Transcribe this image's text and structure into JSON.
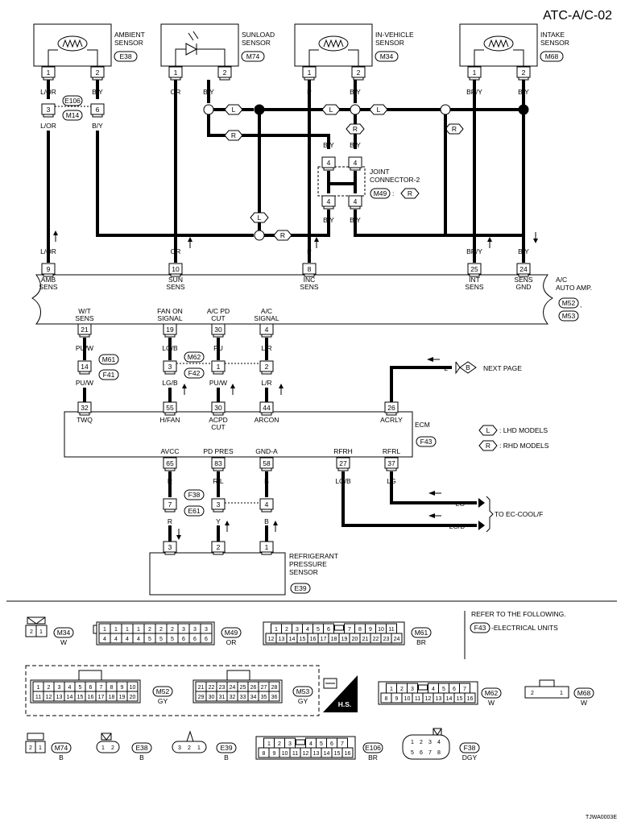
{
  "page_code": "ATC-A/C-02",
  "image_code": "TJWA0003E",
  "sensors": [
    {
      "name": "AMBIENT\nSENSOR",
      "conn": "E38",
      "pins": [
        "1",
        "2"
      ],
      "type": "thermistor"
    },
    {
      "name": "SUNLOAD\nSENSOR",
      "conn": "M74",
      "pins": [
        "1",
        "2"
      ],
      "type": "photodiode"
    },
    {
      "name": "IN-VEHICLE\nSENSOR",
      "conn": "M34",
      "pins": [
        "1",
        "2"
      ],
      "type": "thermistor"
    },
    {
      "name": "INTAKE\nSENSOR",
      "conn": "M68",
      "pins": [
        "1",
        "2"
      ],
      "type": "thermistor"
    }
  ],
  "wire_colors": {
    "lor": "L/OR",
    "by": "B/Y",
    "or": "OR",
    "p": "P",
    "bry": "BR/Y",
    "puw": "PU/W",
    "lgb": "LG/B",
    "pu": "PU",
    "lr": "L/R",
    "l": "L",
    "r": "R",
    "rl": "R/L",
    "b": "B",
    "y": "Y",
    "lg": "LG"
  },
  "mid_connector": {
    "top": "E106",
    "bottom": "M14",
    "pins": [
      "3",
      "6"
    ]
  },
  "joint_connector": {
    "label": "JOINT\nCONNECTOR-2",
    "conn": "M49",
    "suffix": ":",
    "tag": "R",
    "pin": "4"
  },
  "auto_amp": {
    "name": "A/C\nAUTO AMP.",
    "conn1": "M52",
    "conn2": "M53",
    "sep": ",",
    "top_pins": [
      {
        "pin": "9",
        "label": "AMB\nSENS"
      },
      {
        "pin": "10",
        "label": "SUN\nSENS"
      },
      {
        "pin": "8",
        "label": "INC\nSENS"
      },
      {
        "pin": "25",
        "label": "INT\nSENS"
      },
      {
        "pin": "24",
        "label": "SENS\nGND"
      }
    ],
    "bottom_pins": [
      {
        "pin": "21",
        "label": "W/T\nSENS"
      },
      {
        "pin": "19",
        "label": "FAN ON\nSIGNAL"
      },
      {
        "pin": "30",
        "label": "A/C PD\nCUT"
      },
      {
        "pin": "4",
        "label": "A/C\nSIGNAL"
      }
    ]
  },
  "ecm": {
    "name": "ECM",
    "conn": "F43",
    "top_pins": [
      {
        "pin": "32",
        "label": "TWQ"
      },
      {
        "pin": "55",
        "label": "H/FAN"
      },
      {
        "pin": "30",
        "label": "ACPD\nCUT"
      },
      {
        "pin": "44",
        "label": "ARCON"
      },
      {
        "pin": "26",
        "label": "ACRLY"
      }
    ],
    "bottom_pins": [
      {
        "pin": "65",
        "label": "AVCC"
      },
      {
        "pin": "83",
        "label": "PD PRES"
      },
      {
        "pin": "58",
        "label": "GND-A"
      },
      {
        "pin": "27",
        "label": "RFRH"
      },
      {
        "pin": "37",
        "label": "RFRL"
      }
    ]
  },
  "conn_m61": {
    "top": "M61",
    "bottom": "F41",
    "pin": "14"
  },
  "conn_m62": {
    "top": "M62",
    "bottom": "F42",
    "pins": [
      "3",
      "1",
      "2"
    ]
  },
  "conn_f38": {
    "top": "F38",
    "bottom": "E61",
    "pins": [
      "7",
      "3",
      "4"
    ]
  },
  "pressure_sensor": {
    "name": "REFRIGERANT\nPRESSURE\nSENSOR",
    "conn": "E39",
    "pins": [
      "3",
      "2",
      "1"
    ]
  },
  "next_page": {
    "tag": "B",
    "text": "NEXT PAGE"
  },
  "to_label": "TO EC-COOL/F",
  "legend": [
    {
      "tag": "L",
      "text": ": LHD MODELS"
    },
    {
      "tag": "R",
      "text": ": RHD MODELS"
    }
  ],
  "refer": {
    "text": "REFER TO THE FOLLOWING.",
    "conn": "F43",
    "desc": "-ELECTRICAL UNITS"
  },
  "hs_label": "H.S.",
  "conn_views": {
    "m34": {
      "id": "M34",
      "color": "W",
      "pins": [
        "2",
        "1"
      ]
    },
    "m49": {
      "id": "M49",
      "color": "OR",
      "top": [
        "1",
        "1",
        "1",
        "1",
        "2",
        "2",
        "2",
        "3",
        "3",
        "3"
      ],
      "bottom": [
        "4",
        "4",
        "4",
        "4",
        "5",
        "5",
        "5",
        "6",
        "6",
        "6"
      ]
    },
    "m61": {
      "id": "M61",
      "color": "BR",
      "top": [
        "1",
        "2",
        "3",
        "4",
        "5",
        "6",
        "",
        "7",
        "8",
        "9",
        "10",
        "11"
      ],
      "bottom": [
        "12",
        "13",
        "14",
        "15",
        "16",
        "17",
        "18",
        "19",
        "20",
        "21",
        "22",
        "23",
        "24"
      ]
    },
    "m52": {
      "id": "M52",
      "color": "GY",
      "top": [
        "1",
        "2",
        "3",
        "4",
        "5",
        "6",
        "7",
        "8",
        "9",
        "10"
      ],
      "bottom": [
        "11",
        "12",
        "13",
        "14",
        "15",
        "16",
        "17",
        "18",
        "19",
        "20"
      ]
    },
    "m53": {
      "id": "M53",
      "color": "GY",
      "top": [
        "21",
        "22",
        "23",
        "24",
        "25",
        "26",
        "27",
        "28"
      ],
      "bottom": [
        "29",
        "30",
        "31",
        "32",
        "33",
        "34",
        "35",
        "36"
      ]
    },
    "m62": {
      "id": "M62",
      "color": "W",
      "top": [
        "1",
        "2",
        "3",
        "",
        "4",
        "5",
        "6",
        "7"
      ],
      "bottom": [
        "8",
        "9",
        "10",
        "11",
        "12",
        "13",
        "14",
        "15",
        "16"
      ]
    },
    "m68": {
      "id": "M68",
      "color": "W",
      "pins": [
        "2",
        "1"
      ]
    },
    "m74": {
      "id": "M74",
      "color": "B",
      "pins": [
        "2",
        "1"
      ]
    },
    "e38": {
      "id": "E38",
      "color": "B",
      "pins": [
        "1",
        "2"
      ]
    },
    "e39": {
      "id": "E39",
      "color": "B",
      "pins": [
        "3",
        "2",
        "1"
      ]
    },
    "e106": {
      "id": "E106",
      "color": "BR",
      "top": [
        "1",
        "2",
        "3",
        "",
        "4",
        "5",
        "6",
        "7"
      ],
      "bottom": [
        "8",
        "9",
        "10",
        "11",
        "12",
        "13",
        "14",
        "15",
        "16"
      ]
    },
    "f38": {
      "id": "F38",
      "color": "DGY",
      "top": [
        "1",
        "2",
        "3",
        "4"
      ],
      "bottom": [
        "5",
        "6",
        "7",
        "8"
      ]
    }
  }
}
